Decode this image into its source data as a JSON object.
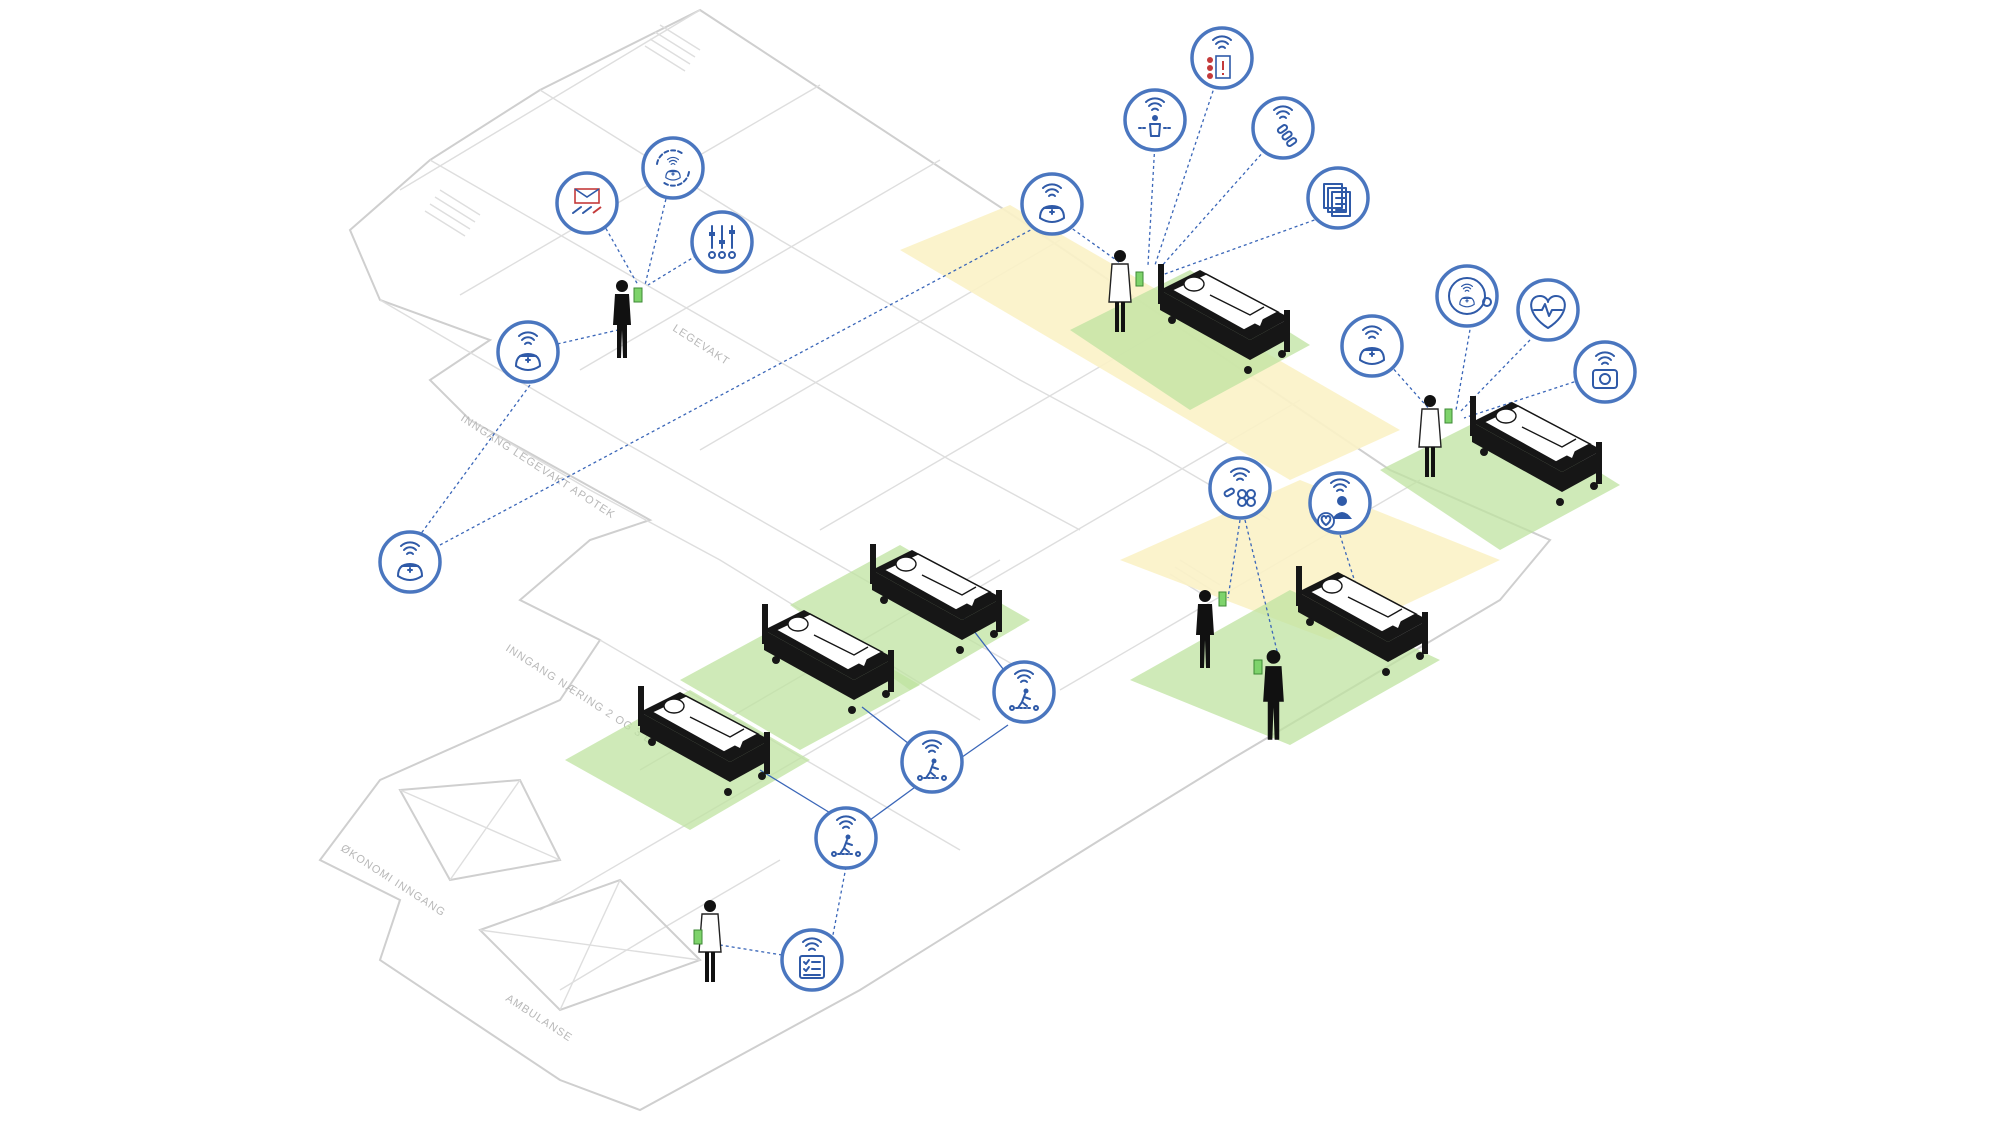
{
  "diagram": {
    "floor_labels": [
      "LEGEVAKT",
      "INNGANG LEGEVAKT APOTEK",
      "INNGANG NÆRING 2 OG 3 ET",
      "ØKONOMI INNGANG",
      "AMBULANSE"
    ],
    "node_icons": [
      "nurse-wifi-icon",
      "nurse-wifi-icon",
      "nurse-wifi-icon",
      "nurse-wifi-icon",
      "nurse-wifi-icon",
      "message-wifi-icon",
      "cycle-wifi-icon",
      "sliders-wifi-icon",
      "patient-wifi-icon",
      "alert-list-wifi-icon",
      "medication-wifi-icon",
      "documents-wifi-icon",
      "nurse-timer-icon",
      "heart-icon",
      "camera-icon",
      "pills-wifi-icon",
      "caregiver-heart-icon",
      "fall-detect-icon",
      "fall-detect-icon",
      "fall-detect-icon",
      "checklist-wifi-icon"
    ],
    "colors": {
      "node_ring": "#4a76bf",
      "zone_green": "#bfe3a0",
      "zone_yellow": "#fbf2c6",
      "floor_lines": "#cfcfcf",
      "tablet": "#7ed36b"
    }
  }
}
